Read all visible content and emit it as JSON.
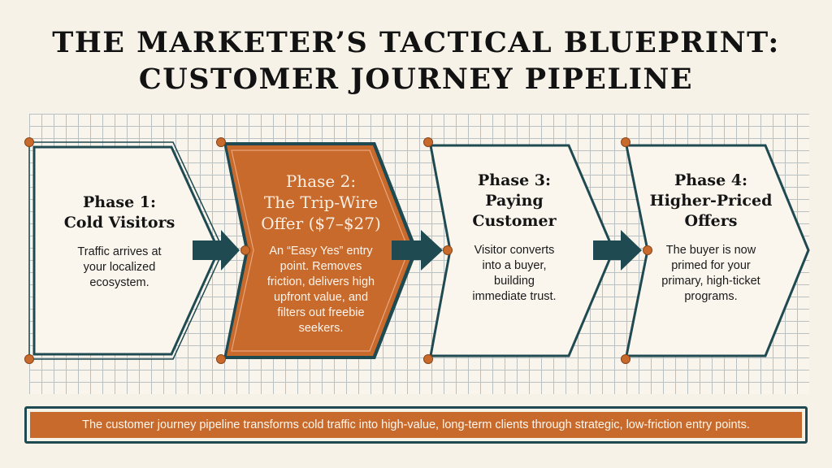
{
  "title": {
    "line1": "THE MARKETER’S TACTICAL BLUEPRINT:",
    "line2": "CUSTOMER JOURNEY PIPELINE"
  },
  "phases": [
    {
      "title_line1": "Phase 1:",
      "title_line2": "Cold Visitors",
      "desc": [
        "Traffic arrives at",
        "your localized",
        "ecosystem."
      ]
    },
    {
      "title_line1": "Phase 2:",
      "title_line2": "The Trip-Wire",
      "title_line3": "Offer ($7–$27)",
      "desc": [
        "An “Easy Yes” entry",
        "point. Removes",
        "friction, delivers high",
        "upfront value, and",
        "filters out freebie",
        "seekers."
      ],
      "highlighted": true
    },
    {
      "title_line1": "Phase 3:",
      "title_line2": "Paying",
      "title_line3": "Customer",
      "desc": [
        "Visitor converts",
        "into a buyer,",
        "building",
        "immediate trust."
      ]
    },
    {
      "title_line1": "Phase 4:",
      "title_line2": "Higher-Priced",
      "title_line3": "Offers",
      "desc": [
        "The buyer is now",
        "primed for your",
        "primary, high-ticket",
        "programs."
      ]
    }
  ],
  "banner": {
    "text": "The customer journey pipeline transforms cold traffic into high-value, long-term clients through strategic, low-friction entry points."
  },
  "colors": {
    "background": "#f7f2e8",
    "teal": "#1f4a52",
    "orange": "#c86a2c",
    "grid": "#b9c1c2"
  }
}
